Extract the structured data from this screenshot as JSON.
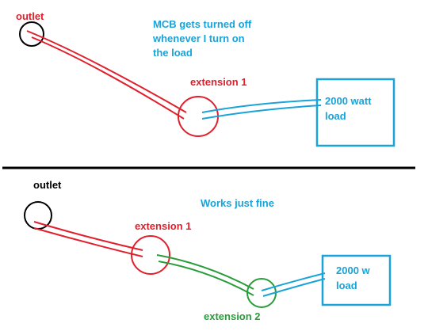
{
  "top_scenario": {
    "outlet_label": "outlet",
    "caption_lines": [
      "MCB gets turned off",
      "whenever I turn on",
      "the load"
    ],
    "extension_label": "extension 1",
    "load_lines": [
      "2000 watt",
      "load"
    ]
  },
  "bottom_scenario": {
    "outlet_label": "outlet",
    "caption": "Works just fine",
    "extension1_label": "extension 1",
    "extension2_label": "extension 2",
    "load_lines": [
      "2000 w",
      "load"
    ]
  },
  "colors": {
    "outlet": "#000000",
    "extension_red": "#e0202c",
    "extension_green": "#2a9d3a",
    "load_blue": "#1aa3d9",
    "caption_blue": "#1aa3d9",
    "divider": "#000000"
  }
}
